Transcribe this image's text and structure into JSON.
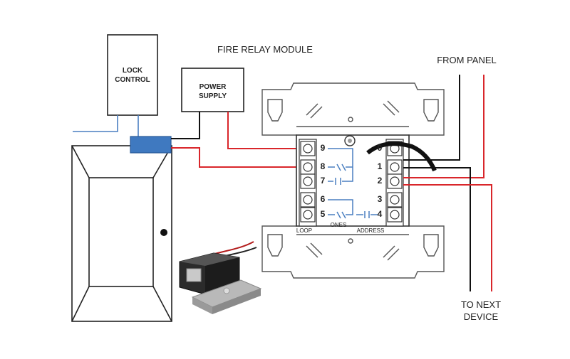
{
  "title": "FIRE RELAY MODULE",
  "lock_control": [
    "LOCK",
    "CONTROL"
  ],
  "power_supply": [
    "POWER",
    "SUPPLY"
  ],
  "from_panel": "FROM PANEL",
  "to_next_device": [
    "TO NEXT",
    "DEVICE"
  ],
  "terminals": {
    "t9": "9",
    "t8": "8",
    "t7": "7",
    "t6": "6",
    "t5": "5",
    "t0": "0",
    "t1": "1",
    "t2": "2",
    "t3": "3",
    "t4": "4"
  },
  "module_labels": {
    "loop": "LOOP",
    "ones": "ONES",
    "address": "ADDRESS"
  },
  "colors": {
    "red_wire": "#d9262b",
    "black_wire": "#111111",
    "blue_wire": "#4a7fc1",
    "connector": "#3f79c0"
  }
}
